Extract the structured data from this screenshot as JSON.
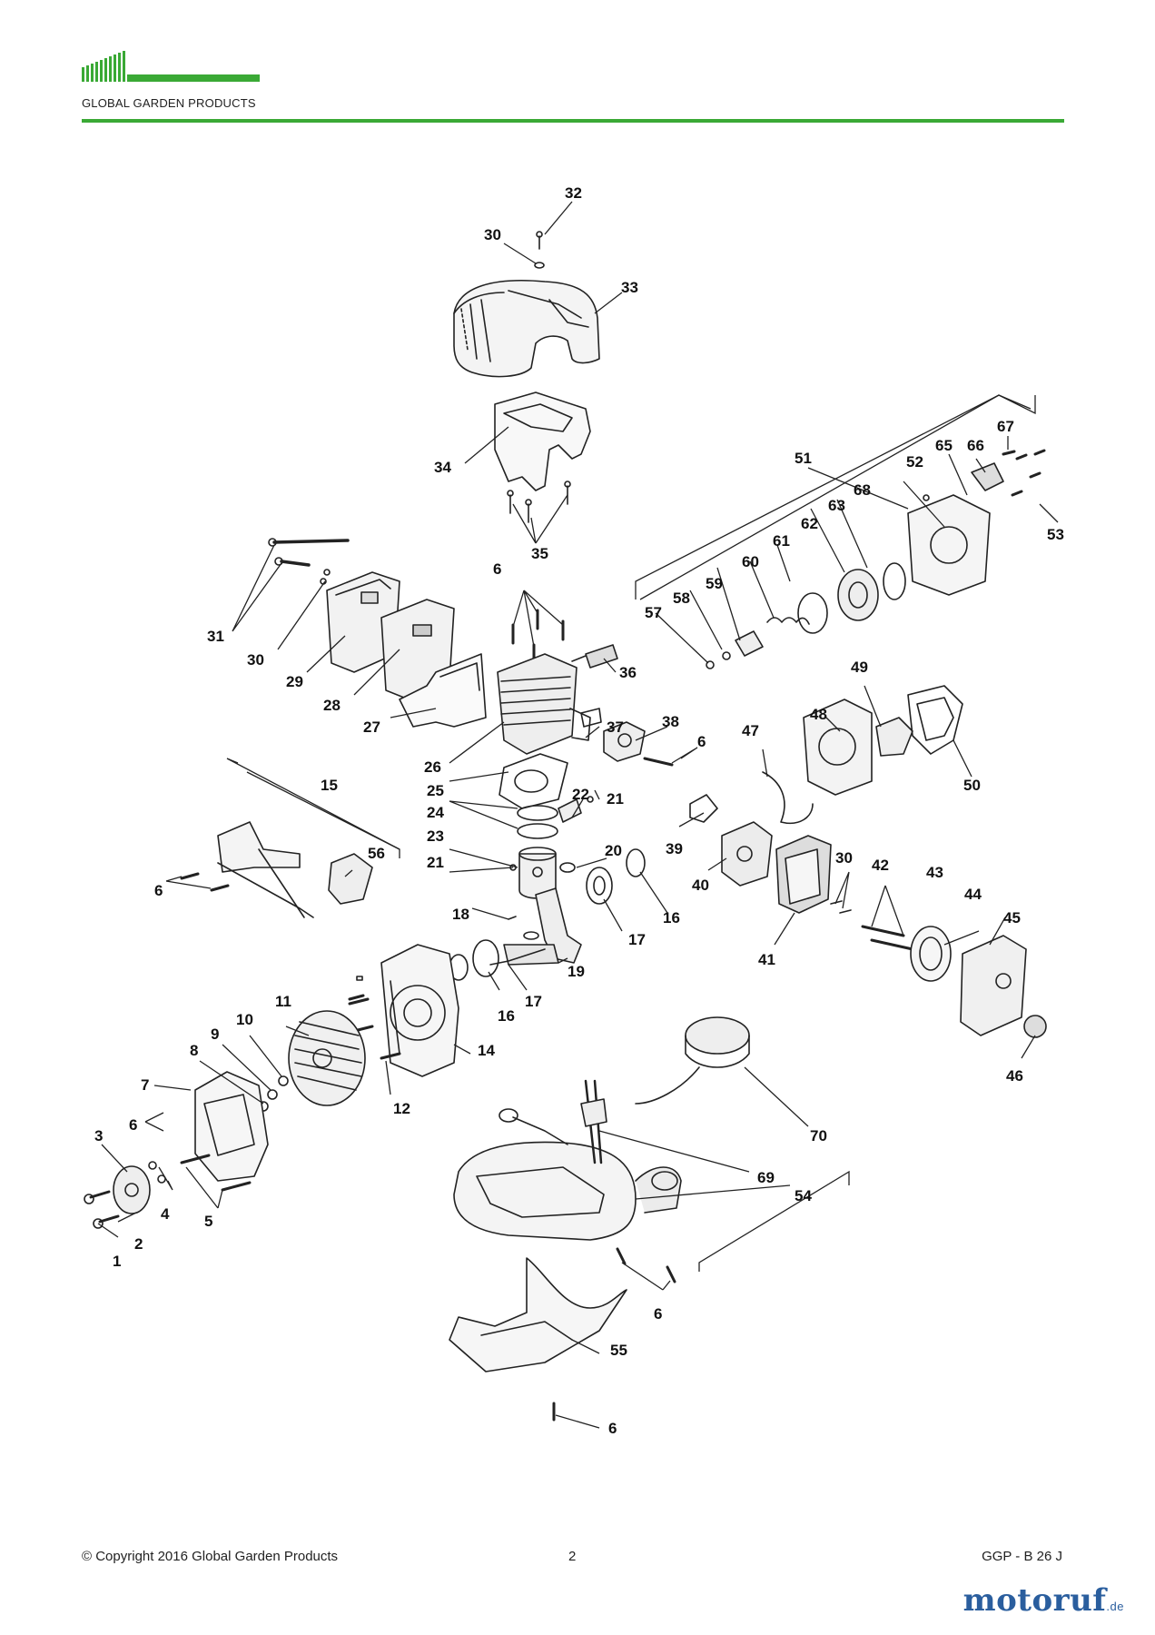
{
  "header": {
    "brand": "GLOBAL GARDEN PRODUCTS",
    "accent_color": "#3aa935"
  },
  "diagram": {
    "callouts": [
      {
        "id": "c32",
        "label": "32"
      },
      {
        "id": "c30a",
        "label": "30"
      },
      {
        "id": "c33",
        "label": "33"
      },
      {
        "id": "c34",
        "label": "34"
      },
      {
        "id": "c35",
        "label": "35"
      },
      {
        "id": "c51",
        "label": "51"
      },
      {
        "id": "c67",
        "label": "67"
      },
      {
        "id": "c65",
        "label": "65"
      },
      {
        "id": "c66",
        "label": "66"
      },
      {
        "id": "c52",
        "label": "52"
      },
      {
        "id": "c68",
        "label": "68"
      },
      {
        "id": "c63",
        "label": "63"
      },
      {
        "id": "c53",
        "label": "53"
      },
      {
        "id": "c62",
        "label": "62"
      },
      {
        "id": "c61",
        "label": "61"
      },
      {
        "id": "c60",
        "label": "60"
      },
      {
        "id": "c59",
        "label": "59"
      },
      {
        "id": "c58",
        "label": "58"
      },
      {
        "id": "c57",
        "label": "57"
      },
      {
        "id": "c6a",
        "label": "6"
      },
      {
        "id": "c31",
        "label": "31"
      },
      {
        "id": "c30b",
        "label": "30"
      },
      {
        "id": "c29",
        "label": "29"
      },
      {
        "id": "c28",
        "label": "28"
      },
      {
        "id": "c27",
        "label": "27"
      },
      {
        "id": "c36",
        "label": "36"
      },
      {
        "id": "c26",
        "label": "26"
      },
      {
        "id": "c37",
        "label": "37"
      },
      {
        "id": "c38",
        "label": "38"
      },
      {
        "id": "c6b",
        "label": "6"
      },
      {
        "id": "c47",
        "label": "47"
      },
      {
        "id": "c48",
        "label": "48"
      },
      {
        "id": "c49",
        "label": "49"
      },
      {
        "id": "c50",
        "label": "50"
      },
      {
        "id": "c25",
        "label": "25"
      },
      {
        "id": "c24",
        "label": "24"
      },
      {
        "id": "c15",
        "label": "15"
      },
      {
        "id": "c22",
        "label": "22"
      },
      {
        "id": "c21a",
        "label": "21"
      },
      {
        "id": "c23",
        "label": "23"
      },
      {
        "id": "c39",
        "label": "39"
      },
      {
        "id": "c56",
        "label": "56"
      },
      {
        "id": "c21b",
        "label": "21"
      },
      {
        "id": "c20",
        "label": "20"
      },
      {
        "id": "c6c",
        "label": "6"
      },
      {
        "id": "c40",
        "label": "40"
      },
      {
        "id": "c30c",
        "label": "30"
      },
      {
        "id": "c42",
        "label": "42"
      },
      {
        "id": "c43",
        "label": "43"
      },
      {
        "id": "c16a",
        "label": "16"
      },
      {
        "id": "c18",
        "label": "18"
      },
      {
        "id": "c44",
        "label": "44"
      },
      {
        "id": "c45",
        "label": "45"
      },
      {
        "id": "c17a",
        "label": "17"
      },
      {
        "id": "c41",
        "label": "41"
      },
      {
        "id": "c19",
        "label": "19"
      },
      {
        "id": "c11",
        "label": "11"
      },
      {
        "id": "c16b",
        "label": "16"
      },
      {
        "id": "c17b",
        "label": "17"
      },
      {
        "id": "c10",
        "label": "10"
      },
      {
        "id": "c9",
        "label": "9"
      },
      {
        "id": "c8",
        "label": "8"
      },
      {
        "id": "c14",
        "label": "14"
      },
      {
        "id": "c46",
        "label": "46"
      },
      {
        "id": "c7",
        "label": "7"
      },
      {
        "id": "c12",
        "label": "12"
      },
      {
        "id": "c6d",
        "label": "6"
      },
      {
        "id": "c70",
        "label": "70"
      },
      {
        "id": "c3",
        "label": "3"
      },
      {
        "id": "c69",
        "label": "69"
      },
      {
        "id": "c4",
        "label": "4"
      },
      {
        "id": "c54",
        "label": "54"
      },
      {
        "id": "c5",
        "label": "5"
      },
      {
        "id": "c2",
        "label": "2"
      },
      {
        "id": "c1",
        "label": "1"
      },
      {
        "id": "c6e",
        "label": "6"
      },
      {
        "id": "c55",
        "label": "55"
      },
      {
        "id": "c6f",
        "label": "6"
      }
    ]
  },
  "footer": {
    "copyright": "© Copyright 2016 Global Garden Products",
    "page_number": "2",
    "model": "GGP - B 26 J"
  },
  "watermark": {
    "brand": "motoruf",
    "tld": ".de"
  }
}
